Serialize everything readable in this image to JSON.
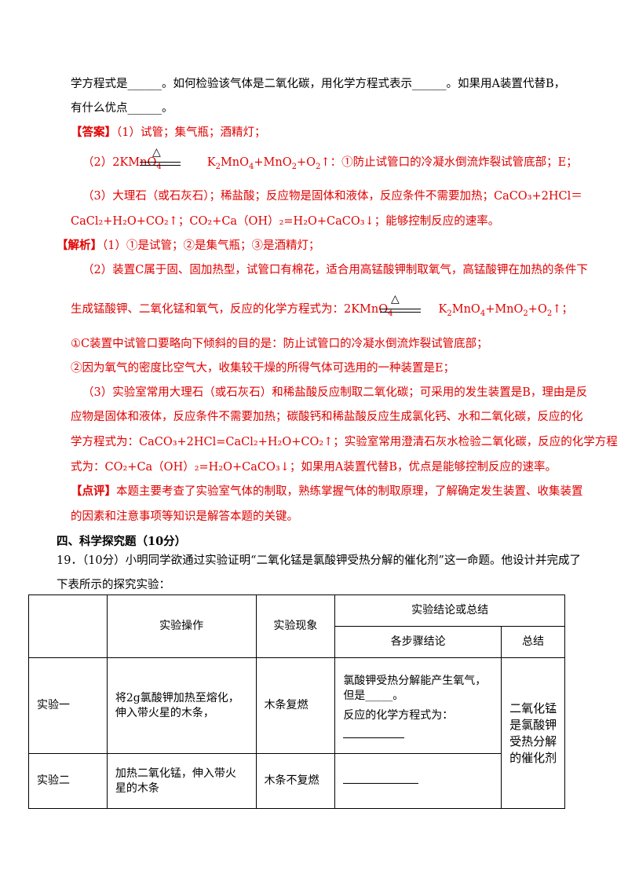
{
  "question_tail": {
    "line1": "学方程式是______。如何检验该气体是二氧化碳，用化学方程式表示______。如果用A装置代替B，",
    "line2": "有什么优点______。"
  },
  "answer": {
    "label": "【答案】",
    "a1": "（1）试管；集气瓶；酒精灯；",
    "a2_prefix": "（2）2KMnO",
    "a2_reaction_mark": "△",
    "a2_rest": "：①防止试管口的冷凝水倒流炸裂试管底部；E；",
    "a3_line1": "（3）大理石（或石灰石）；稀盐酸；反应物是固体和液体，反应条件不需要加热；CaCO₃+2HCl＝",
    "a3_line2": "CaCl₂+H₂O+CO₂↑；CO₂+Ca（OH）₂=H₂O+CaCO₃↓；能够控制反应的速率。"
  },
  "analysis": {
    "label": "【解析】",
    "p1": "（1）①是试管；②是集气瓶；③是酒精灯；",
    "p2_line1": "（2）装置C属于固、固加热型，试管口有棉花，适合用高锰酸钾制取氧气，高锰酸钾在加热的条件下",
    "p2_line2_prefix": "生成锰酸钾、二氧化锰和氧气，反应的化学方程式为：2KMnO",
    "p2_reaction_mark": "△",
    "p3": "①C装置中试管口要略向下倾斜的目的是：防止试管口的冷凝水倒流炸裂试管底部；",
    "p4": "②因为氧气的密度比空气大，收集较干燥的所得气体可选用的一种装置是E；",
    "p5_line1": "（3）实验室常用大理石（或石灰石）和稀盐酸反应制取二氧化碳；可采用的发生装置是B，理由是反",
    "p5_line2": "应物是固体和液体，反应条件不需要加热；碳酸钙和稀盐酸反应生成氯化钙、水和二氧化碳，反应的化",
    "p5_line3": "学方程式为：CaCO₃+2HCl=CaCl₂+H₂O+CO₂↑；实验室常用澄清石灰水检验二氧化碳，反应的化学方程",
    "p5_line4": "式为：CO₂+Ca（OH）₂=H₂O+CaCO₃↓；如果用A装置代替B，优点是能够控制反应的速率。"
  },
  "comment": {
    "label": "【点评】",
    "line1": "本题主要考查了实验室气体的制取，熟练掌握气体的制取原理，了解确定发生装置、收集装置",
    "line2": "的因素和注意事项等知识是解答本题的关键。"
  },
  "section4": {
    "heading": "四、科学探究题（10分）",
    "q19_line1": "19．（10分）小明同学欲通过实验证明“二氧化锰是氯酸钾受热分解的催化剂”这一命题。他设计并完成了",
    "q19_line2": "下表所示的探究实验："
  },
  "table": {
    "headers": {
      "operation": "实验操作",
      "phenomenon": "实验现象",
      "conclusion_group": "实验结论或总结",
      "step_conclusion": "各步骤结论",
      "summary": "总结"
    },
    "rows": [
      {
        "name": "实验一",
        "operation": "将2g氯酸钾加热至熔化，伸入带火星的木条，",
        "phenomenon": "木条复燃",
        "conclusion_l1": "氯酸钾受热分解能产生氧气，",
        "conclusion_l2": "但是_____。",
        "conclusion_l3": "反应的化学方程式为："
      },
      {
        "name": "实验二",
        "operation": "加热二氧化锰，伸入带火星的木条",
        "phenomenon": "木条不复燃"
      }
    ],
    "summary_text": "二氧化锰是氯酸钾受热分解的催化剂"
  }
}
